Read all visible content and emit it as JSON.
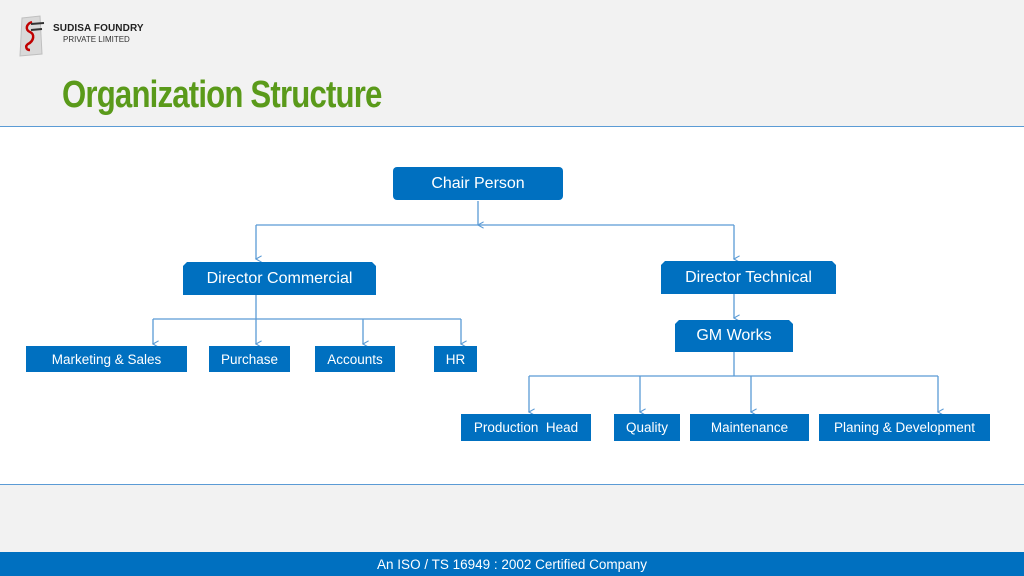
{
  "header": {
    "company_name": "SUDISA FOUNDRY",
    "company_sub": "PRIVATE LIMITED",
    "logo_icon": "sf-logo-icon",
    "title": "Organization Structure",
    "title_color": "#5a9a1a"
  },
  "org_chart": {
    "root": "Chair Person",
    "directors": [
      "Director Commercial",
      "Director Technical"
    ],
    "commercial_departments": [
      "Marketing & Sales",
      "Purchase",
      "Accounts",
      "HR"
    ],
    "technical_manager": "GM Works",
    "technical_departments": [
      "Production  Head",
      "Quality",
      "Maintenance",
      "Planing & Development"
    ]
  },
  "colors": {
    "box": "#0070c0",
    "connector": "#5b9bd5",
    "footer": "#0070c0"
  },
  "footer": {
    "text": "An ISO / TS 16949 : 2002 Certified Company"
  }
}
